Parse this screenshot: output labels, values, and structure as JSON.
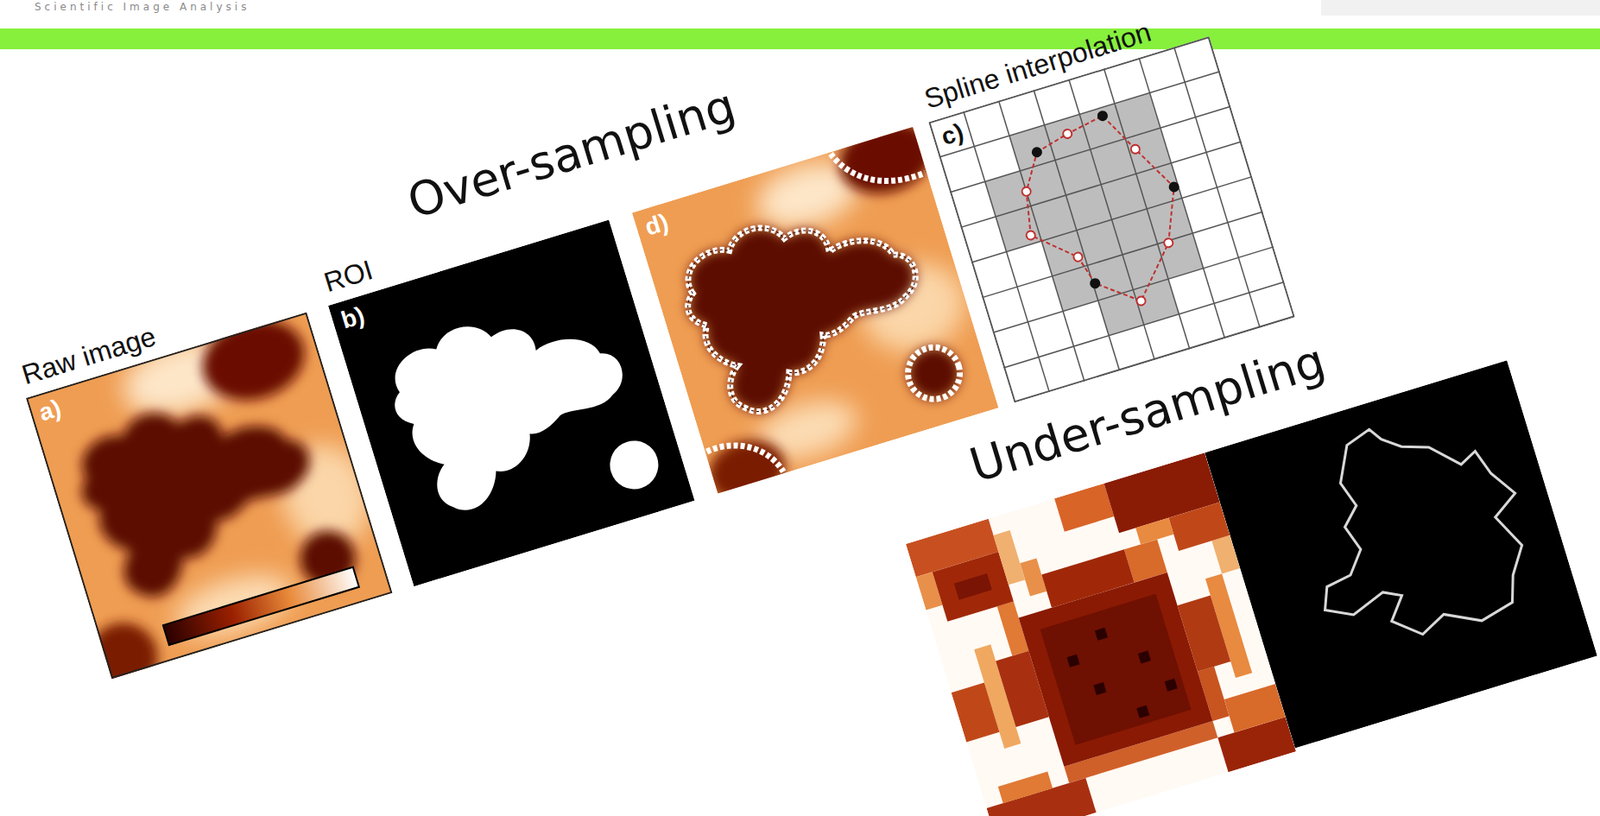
{
  "diagram": {
    "title": "Scientific Image Analysis",
    "nodes": [
      {
        "text": [
          "Raw image",
          "a)"
        ]
      },
      {
        "text": [
          "ROI",
          "b)"
        ]
      },
      {
        "text": [
          "d)"
        ]
      },
      {
        "text": [
          "Spline interpolation",
          "c)"
        ]
      }
    ],
    "labels": [
      "Over-sampling",
      "Under-sampling"
    ]
  }
}
